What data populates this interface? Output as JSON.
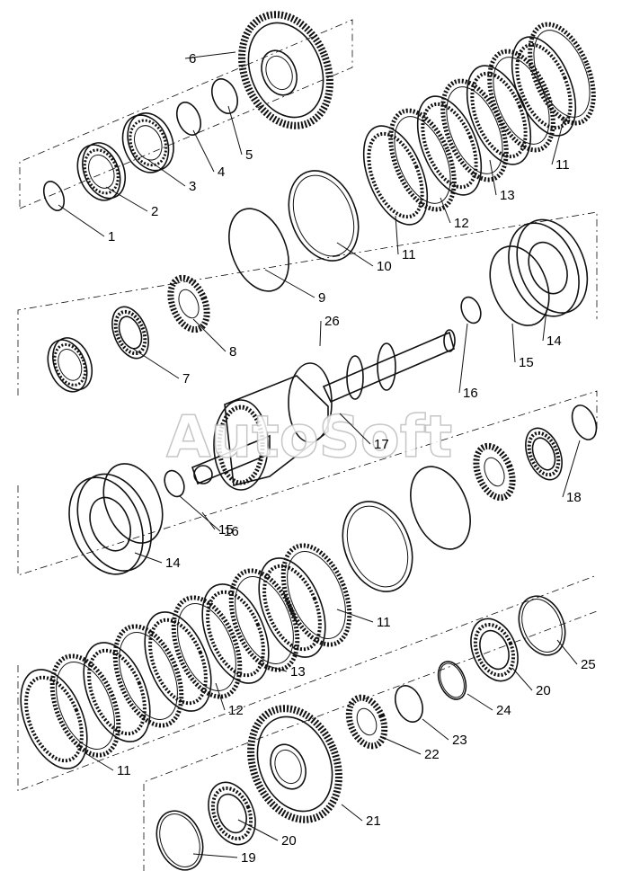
{
  "watermark": "AutoSoft",
  "callouts": [
    "1",
    "2",
    "3",
    "4",
    "5",
    "6",
    "7",
    "8",
    "9",
    "10",
    "11",
    "12",
    "13",
    "14",
    "15",
    "16",
    "17",
    "18",
    "19",
    "20",
    "21",
    "22",
    "23",
    "24",
    "25",
    "26"
  ]
}
